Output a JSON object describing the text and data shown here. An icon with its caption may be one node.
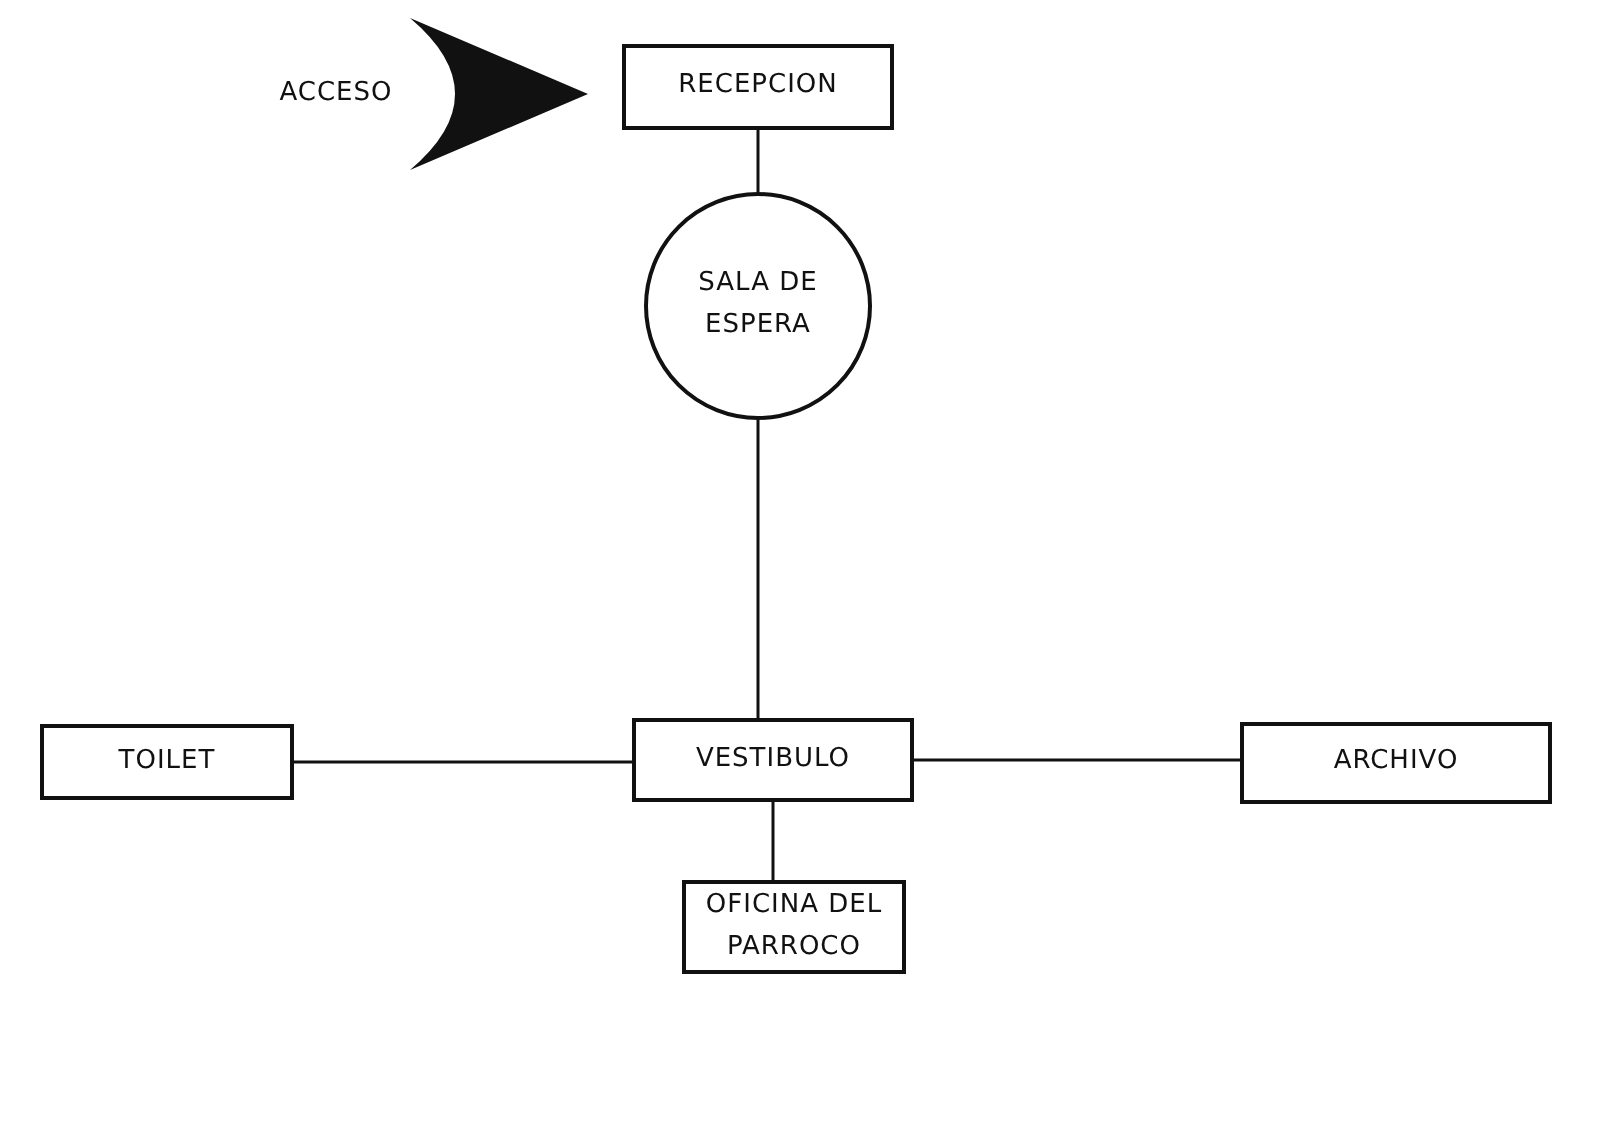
{
  "diagram": {
    "nodes": [
      {
        "text": [
          "ACCESO"
        ]
      },
      {
        "text": [
          "RECEPCION"
        ]
      },
      {
        "text": [
          "SALA DE ESPERA"
        ]
      },
      {
        "text": [
          "TOILET"
        ]
      },
      {
        "text": [
          "VESTIBULO"
        ]
      },
      {
        "text": [
          "ARCHIVO"
        ]
      },
      {
        "text": [
          "OFICINA DEL PARROCO"
        ]
      }
    ],
    "edges": [
      {
        "from": 0,
        "to": 1,
        "arrow": "to",
        "style": "thick"
      },
      {
        "from": 1,
        "to": 2,
        "arrow": "none"
      },
      {
        "from": 2,
        "to": 4,
        "arrow": "none"
      },
      {
        "from": 3,
        "to": 4,
        "arrow": "none"
      },
      {
        "from": 4,
        "to": 5,
        "arrow": "none"
      },
      {
        "from": 4,
        "to": 6,
        "arrow": "none"
      }
    ]
  }
}
